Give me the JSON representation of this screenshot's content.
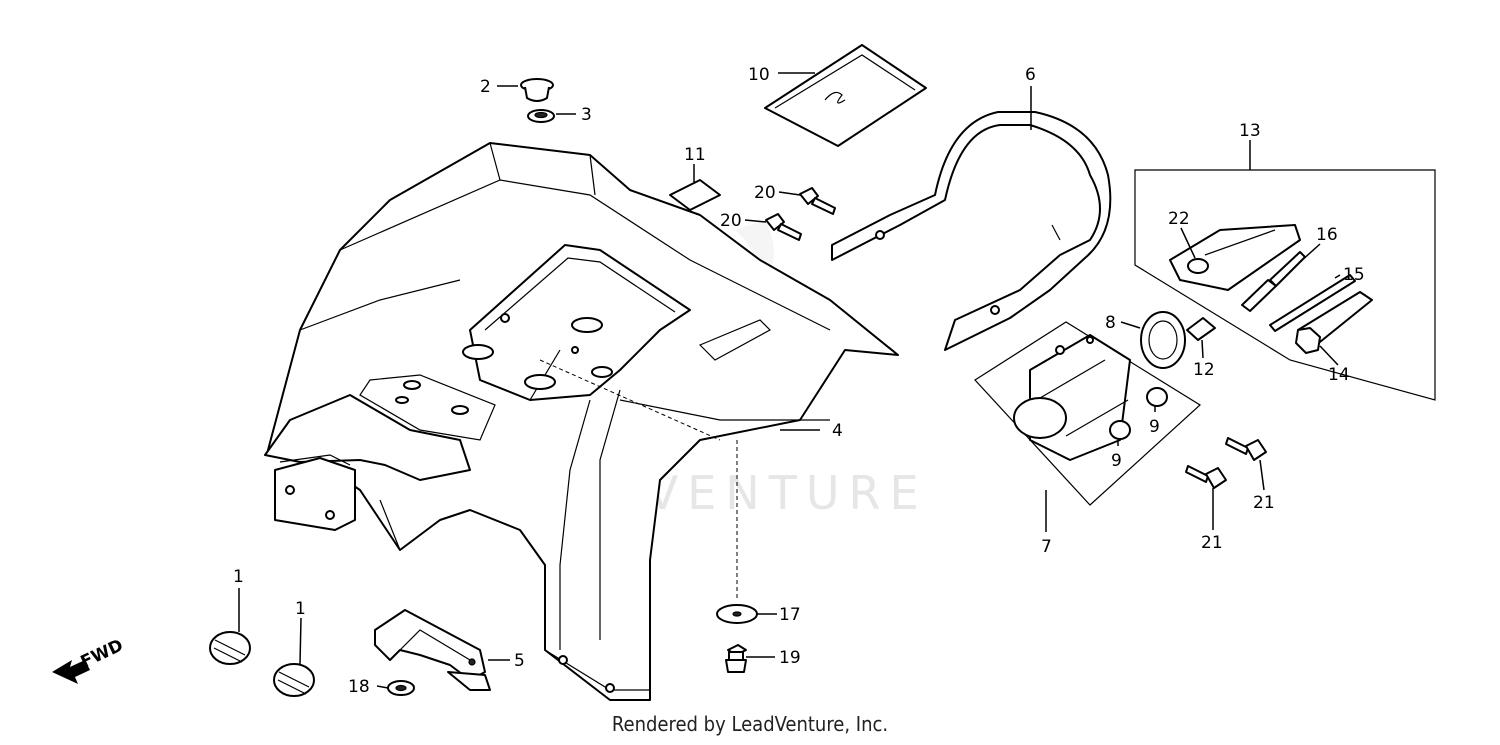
{
  "watermark": "LEADVENTURE",
  "footer": "Rendered by LeadVenture, Inc.",
  "direction_label": "FWD",
  "callouts": {
    "c1a": "1",
    "c1b": "1",
    "c2": "2",
    "c3": "3",
    "c4": "4",
    "c5": "5",
    "c6": "6",
    "c7": "7",
    "c8": "8",
    "c9a": "9",
    "c9b": "9",
    "c10": "10",
    "c11": "11",
    "c12": "12",
    "c13": "13",
    "c14": "14",
    "c15": "15",
    "c16": "16",
    "c17": "17",
    "c18": "18",
    "c19": "19",
    "c20a": "20",
    "c20b": "20",
    "c21a": "21",
    "c21b": "21",
    "c22": "22"
  }
}
